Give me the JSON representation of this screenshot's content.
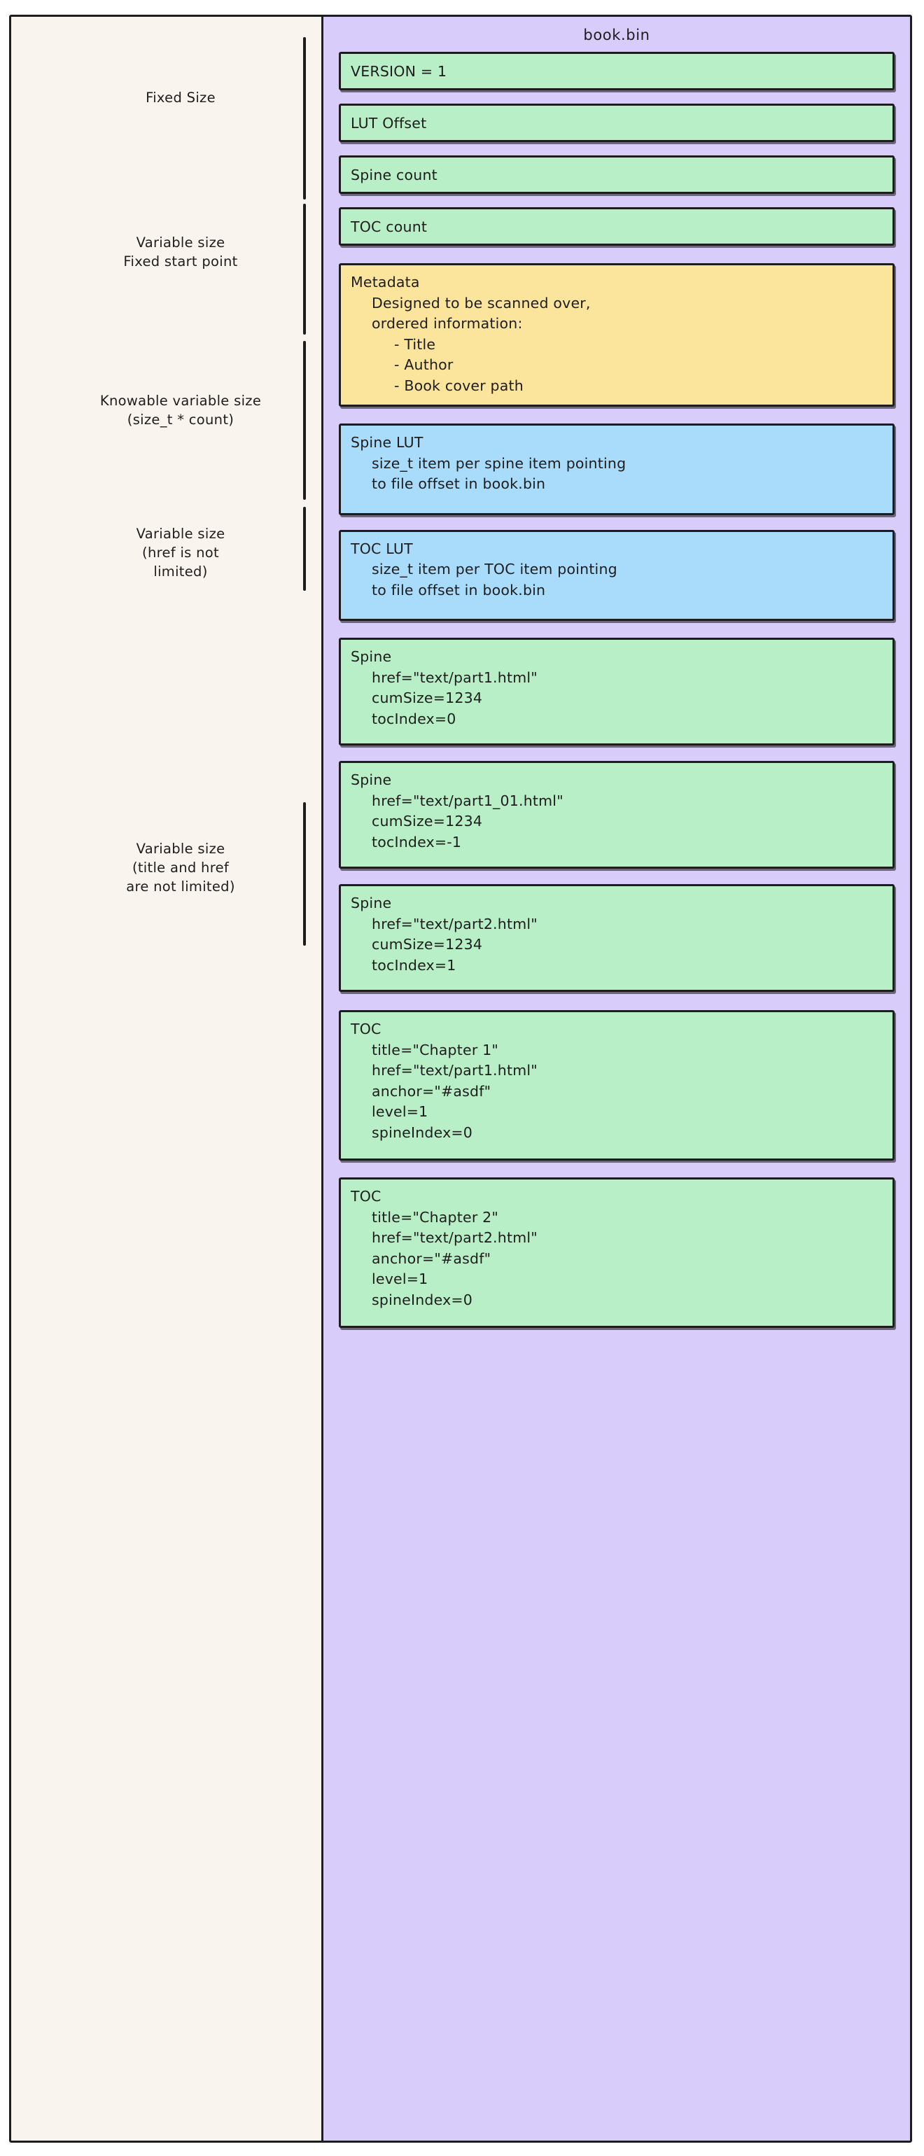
{
  "file": {
    "title": "book.bin"
  },
  "left_notes": [
    {
      "id": "fixed-size",
      "lines": [
        "Fixed Size"
      ]
    },
    {
      "id": "variable-fixed-start",
      "lines": [
        "Variable size",
        "Fixed start point"
      ]
    },
    {
      "id": "knowable-variable-size",
      "lines": [
        "Knowable variable size",
        "(size_t * count)"
      ]
    },
    {
      "id": "variable-href",
      "lines": [
        "Variable size",
        "(href is not",
        "limited)"
      ]
    },
    {
      "id": "variable-title-href",
      "lines": [
        "Variable size",
        "(title and href",
        "are not limited)"
      ]
    }
  ],
  "sections": {
    "header": [
      {
        "id": "version",
        "color": "green",
        "title": "VERSION = 1"
      },
      {
        "id": "lut-offset",
        "color": "green",
        "title": "LUT Offset"
      },
      {
        "id": "spine-count",
        "color": "green",
        "title": "Spine count"
      },
      {
        "id": "toc-count",
        "color": "green",
        "title": "TOC count"
      }
    ],
    "metadata": {
      "id": "metadata",
      "color": "yellow",
      "title": "Metadata",
      "lines": [
        "Designed to be scanned over,",
        "ordered information:"
      ],
      "bullets": [
        "- Title",
        "- Author",
        "- Book cover path"
      ]
    },
    "luts": [
      {
        "id": "spine-lut",
        "color": "blue",
        "title": "Spine LUT",
        "lines": [
          "size_t item per spine item pointing",
          "to file offset in book.bin"
        ]
      },
      {
        "id": "toc-lut",
        "color": "blue",
        "title": "TOC LUT",
        "lines": [
          "size_t item per TOC item pointing",
          "to file offset in book.bin"
        ]
      }
    ],
    "spines": [
      {
        "id": "spine-0",
        "color": "green",
        "title": "Spine",
        "fields": [
          "href=\"text/part1.html\"",
          "cumSize=1234",
          "tocIndex=0"
        ]
      },
      {
        "id": "spine-1",
        "color": "green",
        "title": "Spine",
        "fields": [
          "href=\"text/part1_01.html\"",
          "cumSize=1234",
          "tocIndex=-1"
        ]
      },
      {
        "id": "spine-2",
        "color": "green",
        "title": "Spine",
        "fields": [
          "href=\"text/part2.html\"",
          "cumSize=1234",
          "tocIndex=1"
        ]
      }
    ],
    "tocs": [
      {
        "id": "toc-0",
        "color": "green",
        "title": "TOC",
        "fields": [
          "title=\"Chapter 1\"",
          "href=\"text/part1.html\"",
          "anchor=\"#asdf\"",
          "level=1",
          "spineIndex=0"
        ]
      },
      {
        "id": "toc-1",
        "color": "green",
        "title": "TOC",
        "fields": [
          "title=\"Chapter 2\"",
          "href=\"text/part2.html\"",
          "anchor=\"#asdf\"",
          "level=1",
          "spineIndex=0"
        ]
      }
    ]
  },
  "colors": {
    "page_background": "#ffffff",
    "frame_background": "#faf4ef",
    "file_panel": "#d8ccfb",
    "green_box": "#b9efc6",
    "yellow_box": "#fbe49b",
    "blue_box": "#a9dcfb",
    "stroke": "#1d1d1d"
  }
}
